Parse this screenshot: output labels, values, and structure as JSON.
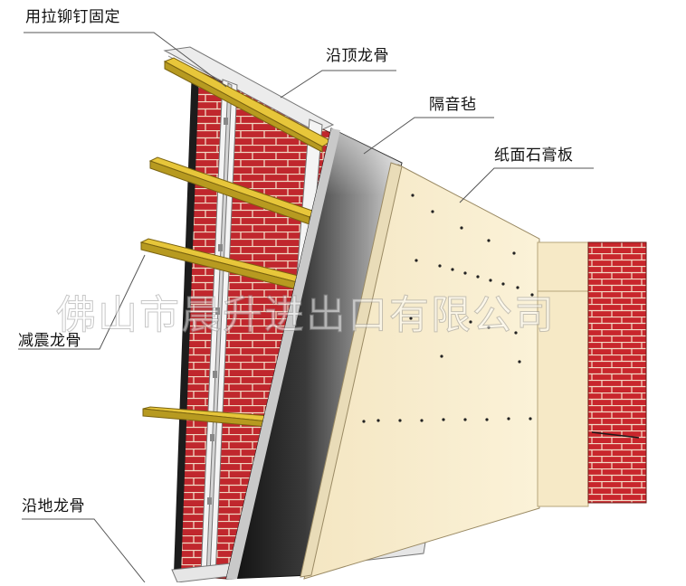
{
  "labels": {
    "rivet_fix": "用拉铆钉固定",
    "top_track": "沿顶龙骨",
    "sound_felt": "隔音毡",
    "gypsum_board": "纸面石膏板",
    "damping_keel": "减震龙骨",
    "floor_track": "沿地龙骨"
  },
  "watermark": "佛山市晨升进出口有限公司",
  "colors": {
    "brick": "#c0272d",
    "mortar": "#f3e4cf",
    "keel": "#e7c63a",
    "board": "#f7eccb",
    "felt_dark": "#1a1a1a",
    "leader": "#555555"
  }
}
